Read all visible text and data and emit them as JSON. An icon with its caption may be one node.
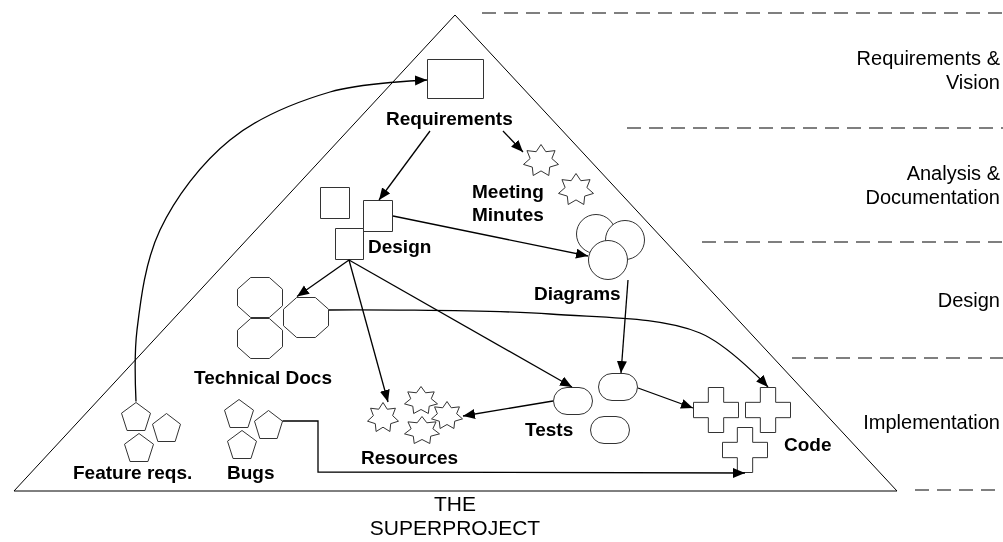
{
  "diagram": {
    "nodes": [
      {
        "text": [
          "THE SUPERPROJECT"
        ]
      },
      {
        "text": [
          "Requirements"
        ],
        "in": 0
      },
      {
        "text": [],
        "shape": "box",
        "in": 1
      },
      {
        "text": [
          "Meeting Minutes"
        ],
        "in": 0
      },
      {
        "text": [],
        "shape": "star",
        "in": 3
      },
      {
        "text": [],
        "shape": "star",
        "in": 3
      },
      {
        "text": [
          "Design"
        ],
        "in": 0
      },
      {
        "text": [],
        "shape": "box",
        "in": 6
      },
      {
        "text": [],
        "shape": "box",
        "in": 6
      },
      {
        "text": [],
        "shape": "box",
        "in": 6
      },
      {
        "text": [
          "Diagrams"
        ],
        "in": 0
      },
      {
        "text": [],
        "shape": "circle",
        "in": 10
      },
      {
        "text": [],
        "shape": "circle",
        "in": 10
      },
      {
        "text": [],
        "shape": "circle",
        "in": 10
      },
      {
        "text": [
          "Technical Docs"
        ],
        "in": 0
      },
      {
        "text": [],
        "shape": "octagon",
        "in": 14
      },
      {
        "text": [],
        "shape": "octagon",
        "in": 14
      },
      {
        "text": [],
        "shape": "octagon",
        "in": 14
      },
      {
        "text": [
          "Resources"
        ],
        "in": 0
      },
      {
        "text": [],
        "shape": "star",
        "in": 18
      },
      {
        "text": [],
        "shape": "star",
        "in": 18
      },
      {
        "text": [],
        "shape": "star",
        "in": 18
      },
      {
        "text": [],
        "shape": "star",
        "in": 18
      },
      {
        "text": [
          "Tests"
        ],
        "in": 0
      },
      {
        "text": [],
        "shape": "capsule",
        "in": 23
      },
      {
        "text": [],
        "shape": "capsule",
        "in": 23
      },
      {
        "text": [],
        "shape": "capsule",
        "in": 23
      },
      {
        "text": [
          "Code"
        ],
        "in": 0
      },
      {
        "text": [],
        "shape": "cross",
        "in": 27
      },
      {
        "text": [],
        "shape": "cross",
        "in": 27
      },
      {
        "text": [],
        "shape": "cross",
        "in": 27
      },
      {
        "text": [
          "Feature reqs."
        ],
        "in": 0
      },
      {
        "text": [],
        "shape": "pentagon",
        "in": 31
      },
      {
        "text": [],
        "shape": "pentagon",
        "in": 31
      },
      {
        "text": [],
        "shape": "pentagon",
        "in": 31
      },
      {
        "text": [
          "Bugs"
        ],
        "in": 0
      },
      {
        "text": [],
        "shape": "pentagon",
        "in": 35
      },
      {
        "text": [],
        "shape": "pentagon",
        "in": 35
      },
      {
        "text": [],
        "shape": "pentagon",
        "in": 35
      }
    ],
    "edges": [
      {
        "from": 1,
        "to": 4,
        "arrow": "to"
      },
      {
        "from": 1,
        "to": 8,
        "arrow": "to"
      },
      {
        "from": 8,
        "to": 13,
        "arrow": "to"
      },
      {
        "from": 9,
        "to": 17,
        "arrow": "to"
      },
      {
        "from": 9,
        "to": 19,
        "arrow": "to"
      },
      {
        "from": 9,
        "to": 24,
        "arrow": "to"
      },
      {
        "from": 17,
        "to": 29,
        "arrow": "to"
      },
      {
        "from": 13,
        "to": 25,
        "arrow": "to"
      },
      {
        "from": 24,
        "to": 21,
        "arrow": "to"
      },
      {
        "from": 25,
        "to": 28,
        "arrow": "to"
      },
      {
        "from": 32,
        "to": 2,
        "arrow": "to"
      },
      {
        "from": 37,
        "to": 30,
        "arrow": "to"
      }
    ],
    "labels": [
      "Requirements & Vision",
      "Analysis & Documentation",
      "Design",
      "Implementation"
    ]
  }
}
